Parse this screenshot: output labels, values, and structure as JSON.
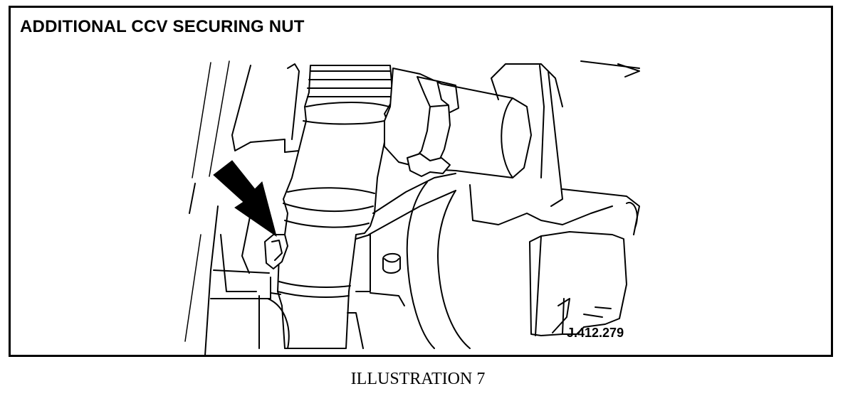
{
  "figure": {
    "title": "ADDITIONAL CCV SECURING NUT",
    "reference_code": "J.412.279",
    "caption": "ILLUSTRATION 7"
  },
  "colors": {
    "line": "#000000",
    "background": "#ffffff"
  },
  "icons": {
    "pointer": "arrow-pointer-icon"
  }
}
